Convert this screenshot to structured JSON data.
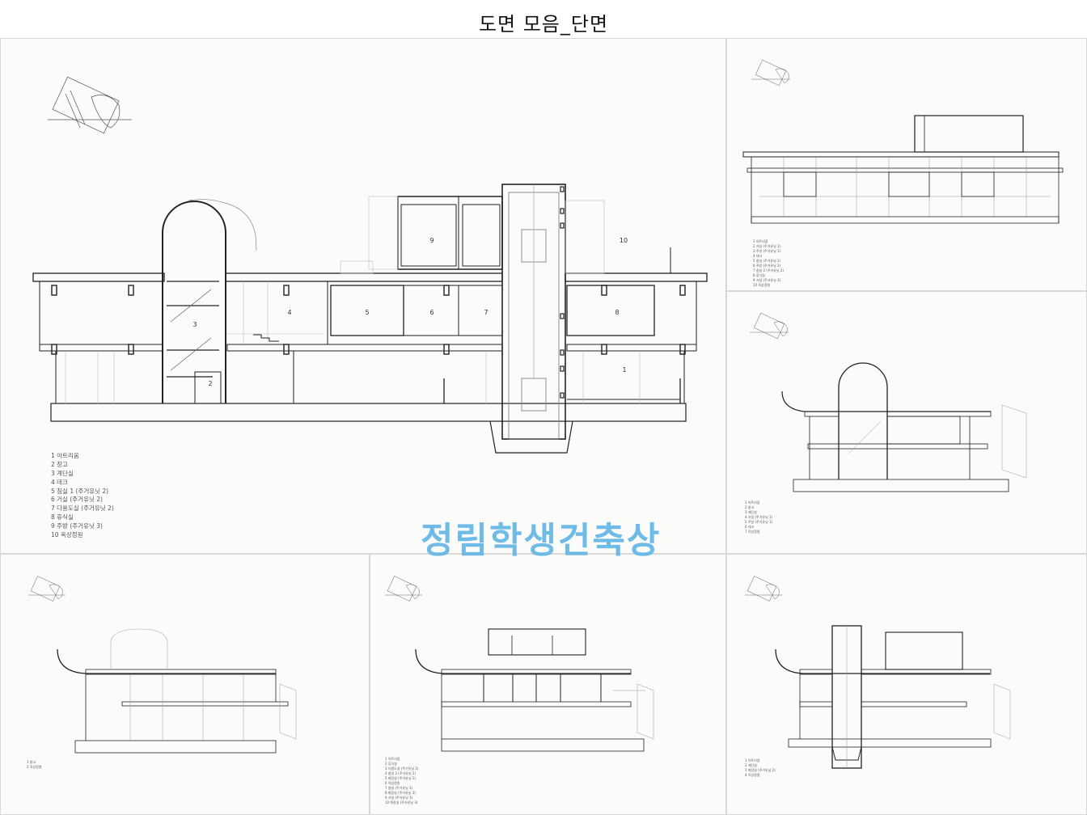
{
  "title": "도면 모음_단면",
  "watermark": "정림학생건축상",
  "main_section": {
    "room_numbers": [
      "1",
      "2",
      "3",
      "4",
      "5",
      "6",
      "7",
      "8",
      "9",
      "10"
    ],
    "legend": [
      "1  아트리움",
      "2  창고",
      "3  계단실",
      "4  데크",
      "5  침실 1 (주거유닛 2)",
      "6  거실 (주거유닛 2)",
      "7  다용도실 (주거유닛 2)",
      "8  휴식실",
      "9  주방 (주거유닛 3)",
      "10  옥상정원"
    ]
  },
  "section_top_right": {
    "legend": [
      "1  아트리움",
      "2  거실 (주거유닛 1)",
      "3  주방 (주거유닛 1)",
      "4  데크",
      "5  침실 (주거유닛 2)",
      "6  주방 (주거유닛 2)",
      "7  침실 2 (주거유닛 2)",
      "8  휴식실",
      "9  거실 (주거유닛 3)",
      "10  옥상정원"
    ]
  },
  "section_mid_right": {
    "legend": [
      "1  아트리움",
      "2  창고",
      "3  계단실",
      "4  거실 (주거유닛 1)",
      "5  주방 (주거유닛 1)",
      "6  데크",
      "7  옥상정원"
    ]
  },
  "section_bottom_left": {
    "legend": [
      "1  창고",
      "2  옥상정원"
    ]
  },
  "section_bottom_mid": {
    "legend": [
      "1  아트리움",
      "2  휴식실",
      "3  다용도실 (주거유닛 2)",
      "4  침실 2 (주거유닛 2)",
      "5  화장실 (주거유닛 2)",
      "6  옥상정원",
      "7  침실 (주거유닛 3)",
      "8  화장실 (주거유닛 3)",
      "9  거실 (주거유닛 3)",
      "10  화장실 (주거유닛 3)"
    ]
  },
  "section_bottom_right": {
    "legend": [
      "1  아트리움",
      "2  계단실",
      "3  화장실 (주거유닛 2)",
      "4  옥상정원"
    ]
  }
}
